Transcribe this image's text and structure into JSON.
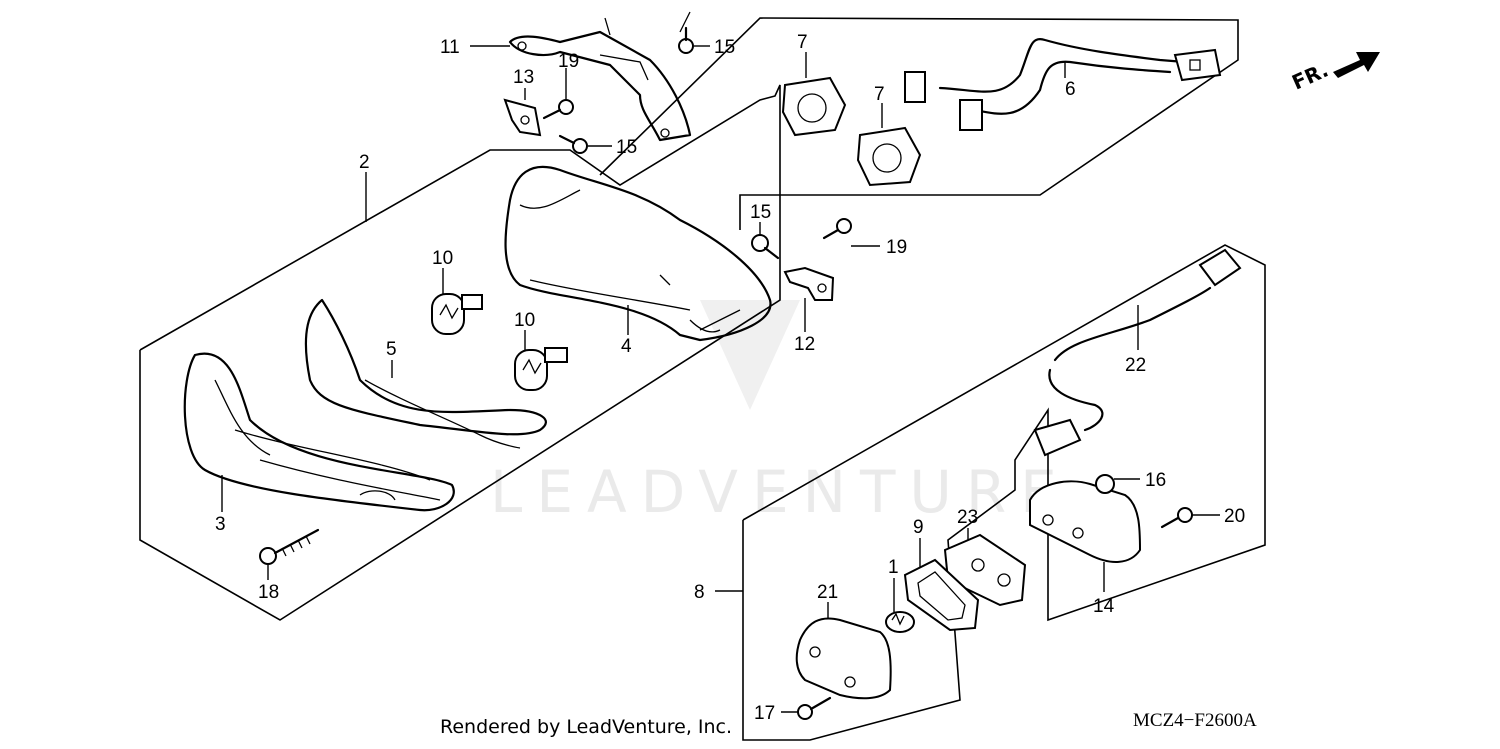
{
  "watermark": "LEADVENTURE",
  "credit": "Rendered by LeadVenture, Inc.",
  "diagram_code": "MCZ4−F2600A",
  "direction_indicator": {
    "label": "FR.",
    "icon": "arrow-right-up-icon"
  },
  "callouts": [
    "1",
    "2",
    "3",
    "4",
    "5",
    "6",
    "7",
    "7",
    "8",
    "9",
    "10",
    "10",
    "11",
    "12",
    "13",
    "14",
    "15",
    "15",
    "15",
    "16",
    "17",
    "18",
    "19",
    "19",
    "20",
    "21",
    "22",
    "23"
  ]
}
